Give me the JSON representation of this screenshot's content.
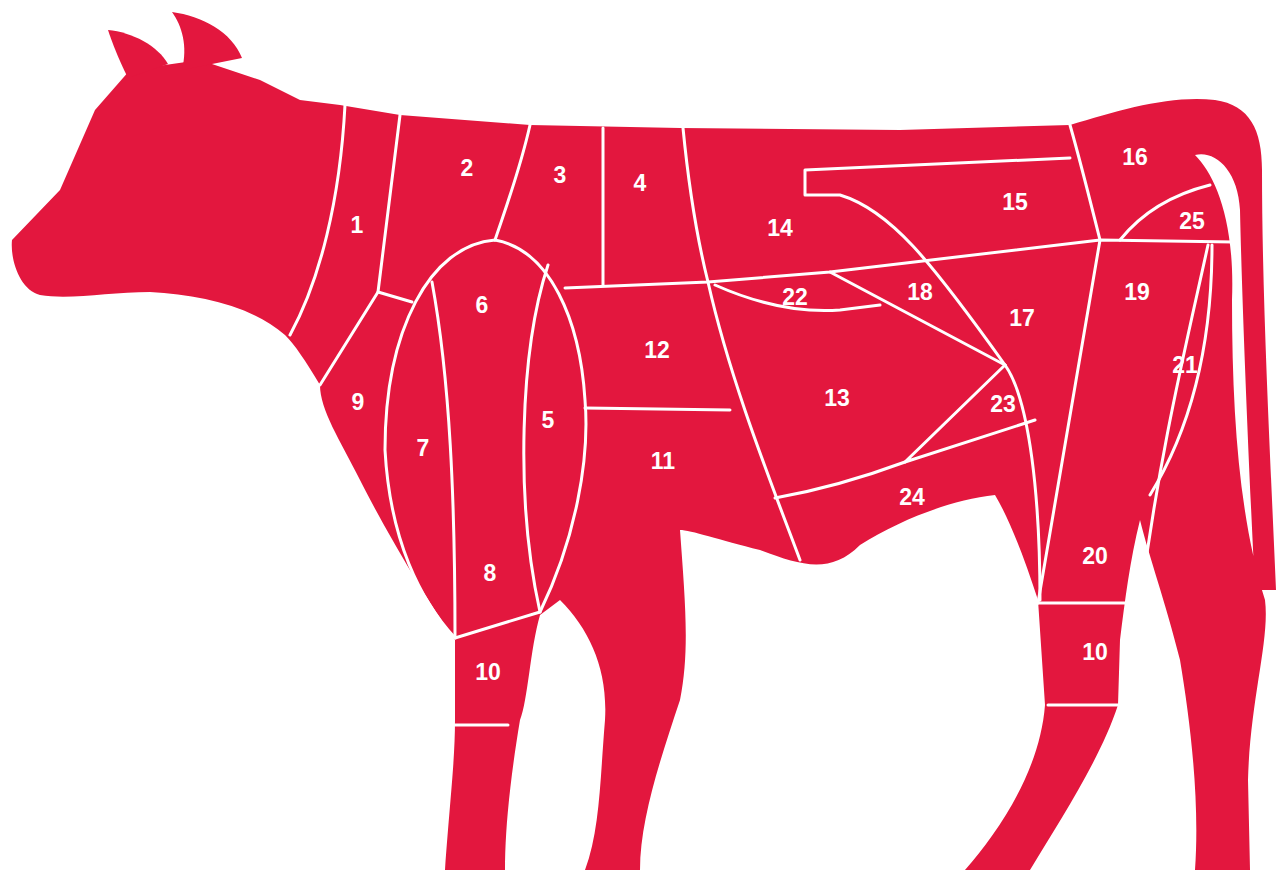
{
  "diagram": {
    "labels": [
      "1",
      "2",
      "3",
      "4",
      "5",
      "6",
      "7",
      "8",
      "9",
      "10",
      "10",
      "11",
      "12",
      "13",
      "14",
      "15",
      "16",
      "17",
      "18",
      "19",
      "20",
      "21",
      "22",
      "23",
      "24",
      "25"
    ]
  }
}
